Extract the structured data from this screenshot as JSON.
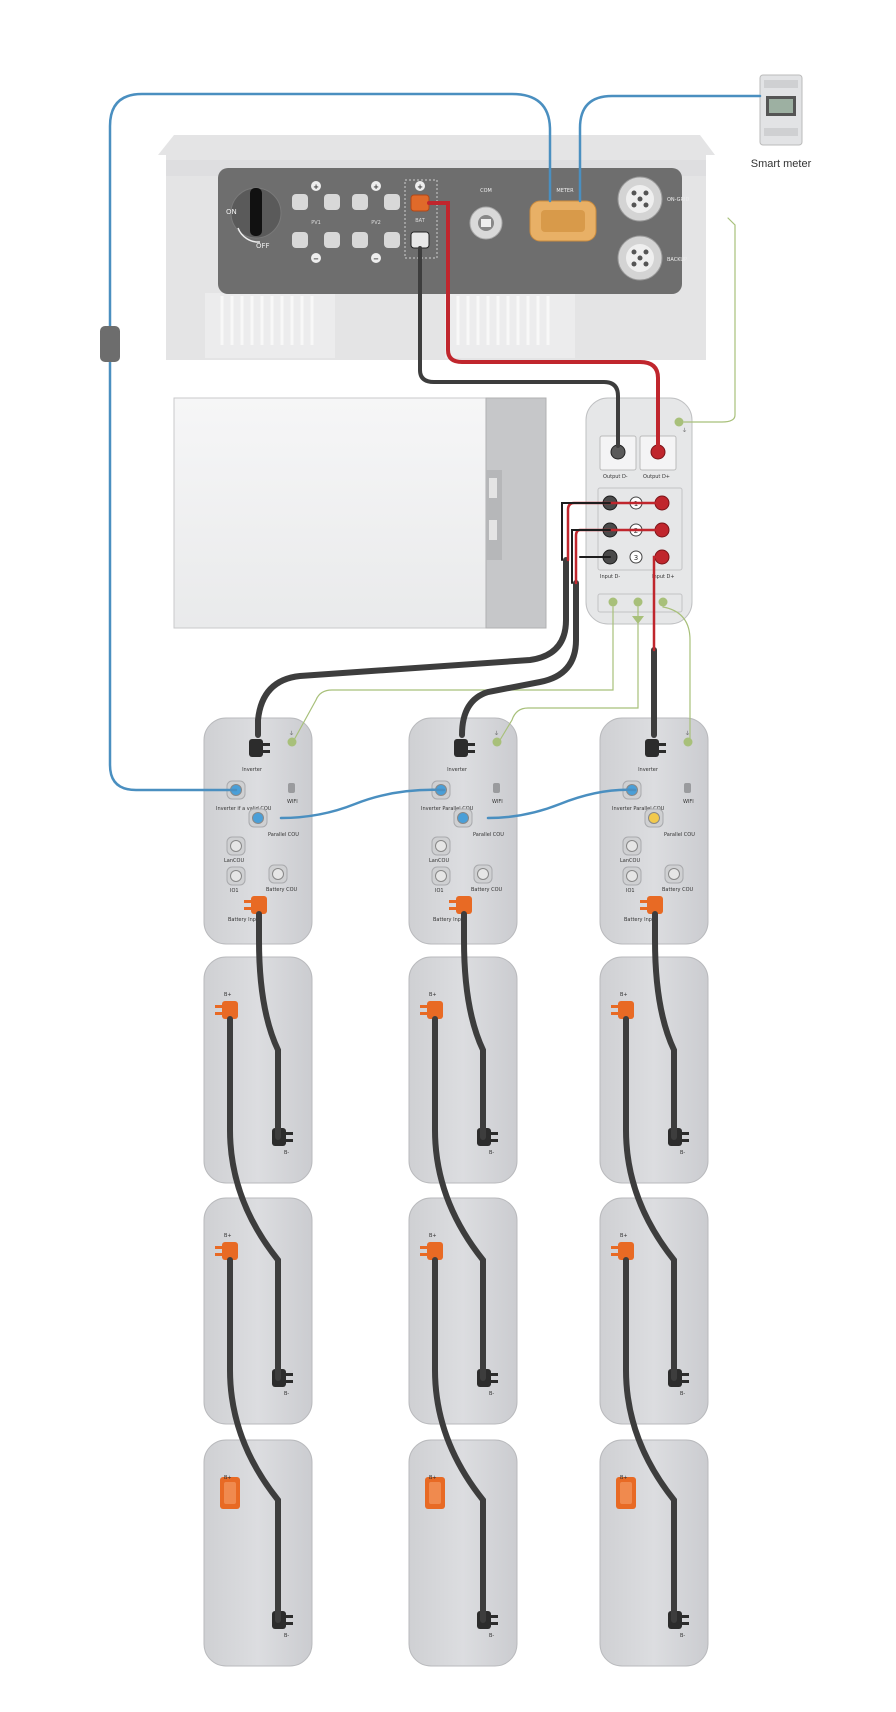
{
  "inverter": {
    "switch_on_label": "ON",
    "switch_off_label": "OFF",
    "pv1_label": "PV1",
    "pv2_label": "PV2",
    "plus_symbol": "+",
    "minus_symbol": "−",
    "batt_label": "BAT",
    "com_label": "COM",
    "meter_port_label": "METER",
    "on_grid_label": "ON-GRID",
    "backup_label": "BACKUP"
  },
  "smart_meter": {
    "label": "Smart meter"
  },
  "combiner": {
    "output_neg_label": "Output D-",
    "output_pos_label": "Output D+",
    "input_neg_label": "Input D-",
    "input_pos_label": "Input D+",
    "channels": [
      "1",
      "2",
      "3"
    ]
  },
  "bms_units": [
    {
      "inverter_label": "Inverter",
      "port_inverter_label": "Inverter if a valid COU",
      "wifi_label": "WIFI",
      "parallel_label": "Parallel COU",
      "lan_label": "LanCOU",
      "io_label": "IO1",
      "battery_label": "Battery COU",
      "battery_input_label": "Battery Input",
      "parallel_port_color": "#4a9fd8"
    },
    {
      "inverter_label": "Inverter",
      "port_inverter_label": "Inverter Parallel COU",
      "wifi_label": "WIFI",
      "parallel_label": "Parallel COU",
      "lan_label": "LanCOU",
      "io_label": "IO1",
      "battery_label": "Battery COU",
      "battery_input_label": "Battery Input",
      "parallel_port_color": "#4a9fd8"
    },
    {
      "inverter_label": "Inverter",
      "port_inverter_label": "Inverter Parallel COU",
      "wifi_label": "WIFI",
      "parallel_label": "Parallel COU",
      "lan_label": "LanCOU",
      "io_label": "IO1",
      "battery_label": "Battery COU",
      "battery_input_label": "Battery Input",
      "parallel_port_color": "#f2c94c"
    }
  ],
  "battery_module": {
    "pos_label": "B+",
    "neg_label": "B-"
  },
  "colors": {
    "comm_cable": "#4a8fc0",
    "power_cable": "#3d3d3d",
    "positive_cable": "#c0262d",
    "battery_connector": "#e86a24",
    "ground_wire": "#a8c07a",
    "module_body": "#d9dadc",
    "inverter_panel": "#6e6e6e"
  }
}
